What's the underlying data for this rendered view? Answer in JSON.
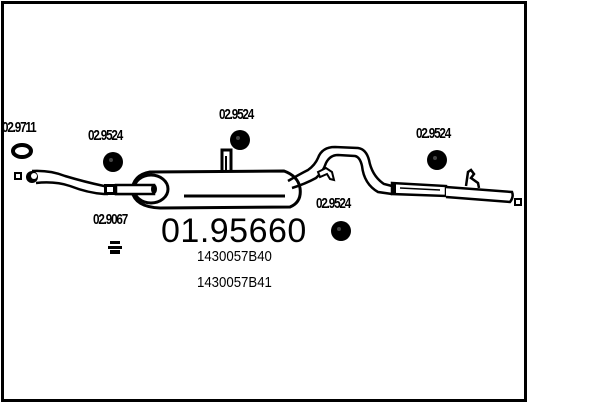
{
  "diagram": {
    "type": "exhaust-system-parts-diagram",
    "main_part_number": "01.95660",
    "oem_numbers": [
      "1430057B40",
      "1430057B41"
    ],
    "parts": [
      {
        "id": "ring",
        "label": "02.9711",
        "shape": "ring-gasket"
      },
      {
        "id": "mount_front",
        "label": "02.9524",
        "shape": "rubber-mount"
      },
      {
        "id": "clamp",
        "label": "02.9067",
        "shape": "clamp"
      },
      {
        "id": "mount_center",
        "label": "02.9524",
        "shape": "rubber-mount"
      },
      {
        "id": "mount_rear_low",
        "label": "02.9524",
        "shape": "rubber-mount"
      },
      {
        "id": "mount_rear_high",
        "label": "02.9524",
        "shape": "rubber-mount"
      }
    ],
    "colors": {
      "line": "#000000",
      "background": "#ffffff"
    }
  }
}
